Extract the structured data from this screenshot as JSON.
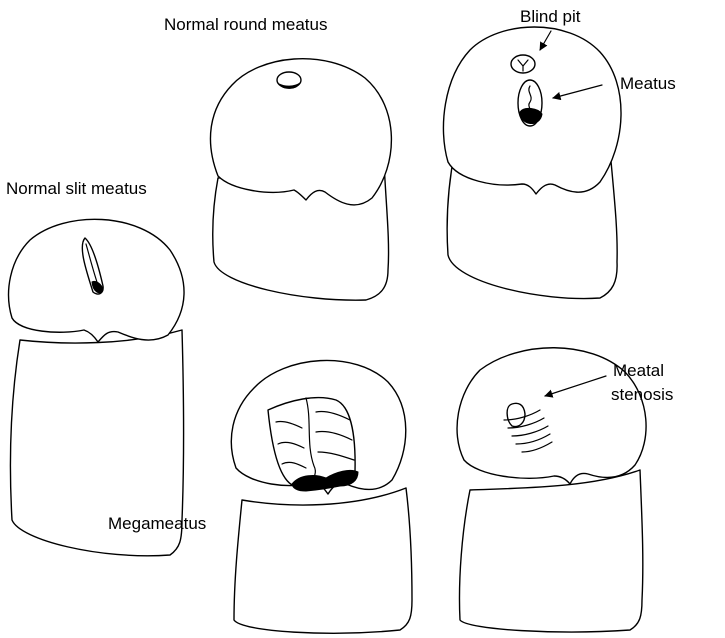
{
  "labels": {
    "normal_round_meatus": "Normal round meatus",
    "normal_slit_meatus": "Normal slit meatus",
    "blind_pit": "Blind pit",
    "meatus": "Meatus",
    "megameatus": "Megameatus",
    "meatal_stenosis_line1": "Meatal",
    "meatal_stenosis_line2": "stenosis"
  }
}
